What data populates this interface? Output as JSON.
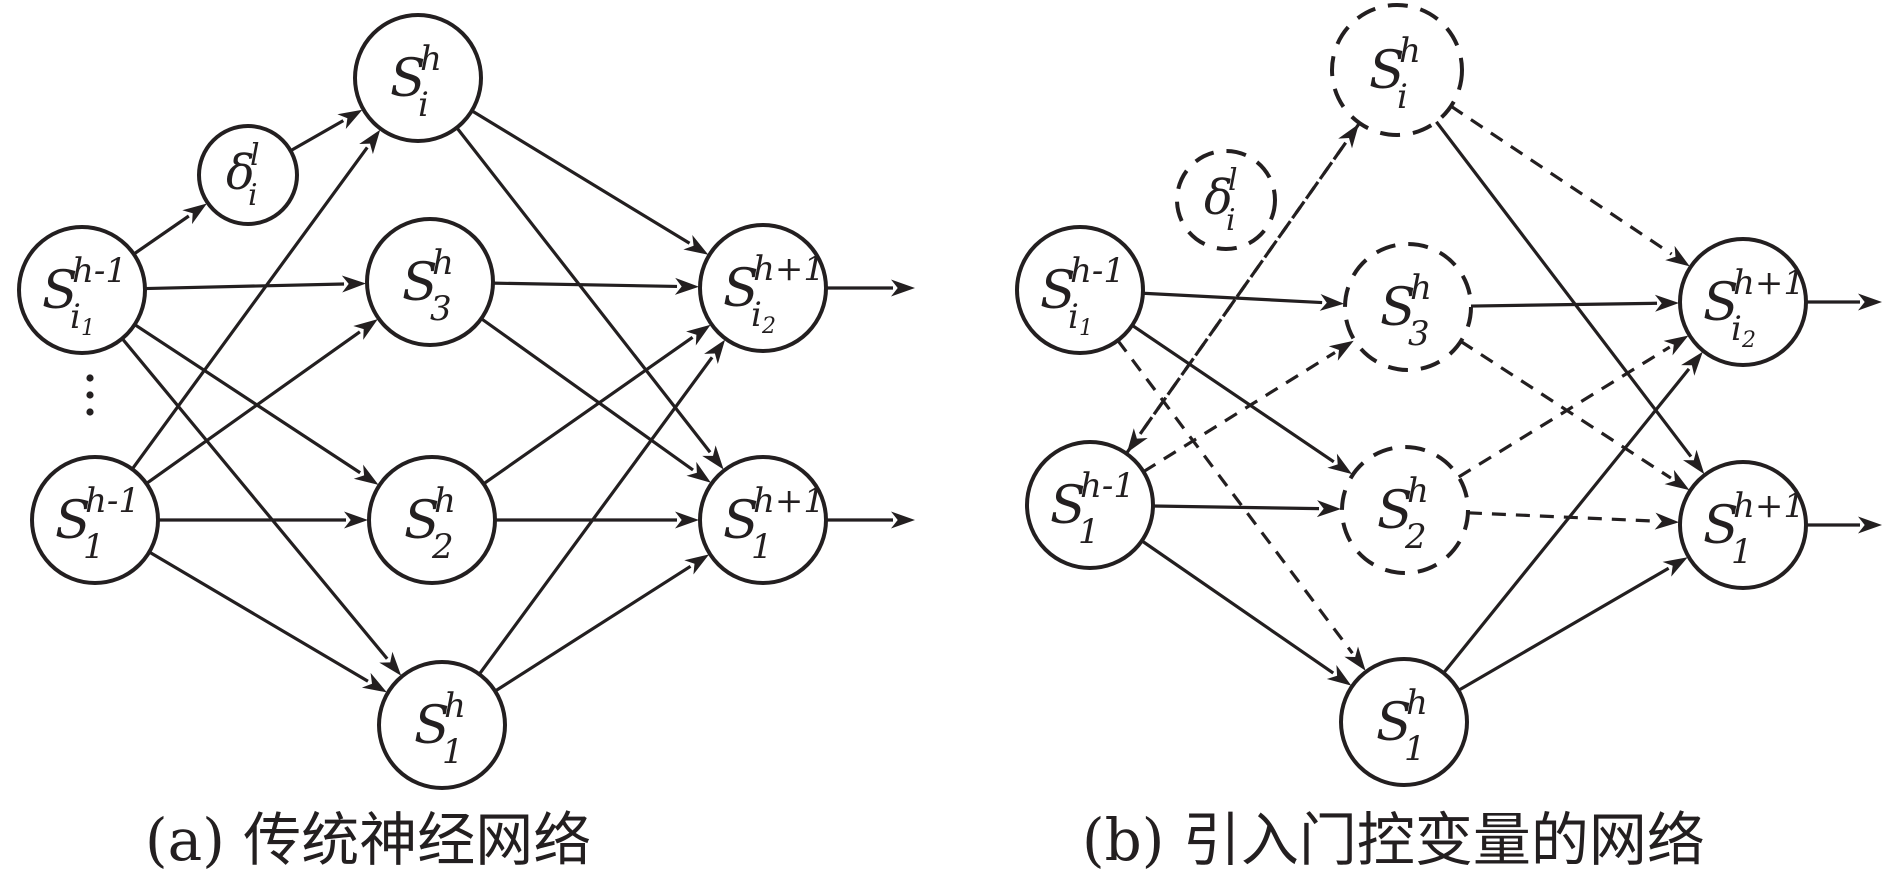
{
  "panels": [
    {
      "id": "a",
      "caption": "(a) 传统神经网络",
      "nodes": [
        {
          "id": "in_i1",
          "base": "S",
          "sup": "h-1",
          "sub": "i",
          "subsub": "1"
        },
        {
          "id": "in_1",
          "base": "S",
          "sup": "h-1",
          "sub": "1"
        },
        {
          "id": "delta",
          "base": "δ",
          "sup": "l",
          "sub": "i"
        },
        {
          "id": "h_i",
          "base": "S",
          "sup": "h",
          "sub": "i"
        },
        {
          "id": "h_3",
          "base": "S",
          "sup": "h",
          "sub": "3"
        },
        {
          "id": "h_2",
          "base": "S",
          "sup": "h",
          "sub": "2"
        },
        {
          "id": "h_1",
          "base": "S",
          "sup": "h",
          "sub": "1"
        },
        {
          "id": "out_i2",
          "base": "S",
          "sup": "h+1",
          "sub": "i",
          "subsub": "2"
        },
        {
          "id": "out_1",
          "base": "S",
          "sup": "h+1",
          "sub": "1"
        }
      ]
    },
    {
      "id": "b",
      "caption": "(b) 引入门控变量的网络",
      "nodes": [
        {
          "id": "in_i1",
          "base": "S",
          "sup": "h-1",
          "sub": "i",
          "subsub": "1"
        },
        {
          "id": "in_1",
          "base": "S",
          "sup": "h-1",
          "sub": "1"
        },
        {
          "id": "delta",
          "base": "δ",
          "sup": "l",
          "sub": "i"
        },
        {
          "id": "h_i",
          "base": "S",
          "sup": "h",
          "sub": "i"
        },
        {
          "id": "h_3",
          "base": "S",
          "sup": "h",
          "sub": "3"
        },
        {
          "id": "h_2",
          "base": "S",
          "sup": "h",
          "sub": "2"
        },
        {
          "id": "h_1",
          "base": "S",
          "sup": "h",
          "sub": "1"
        },
        {
          "id": "out_i2",
          "base": "S",
          "sup": "h+1",
          "sub": "i",
          "subsub": "2"
        },
        {
          "id": "out_1",
          "base": "S",
          "sup": "h+1",
          "sub": "1"
        }
      ]
    }
  ]
}
